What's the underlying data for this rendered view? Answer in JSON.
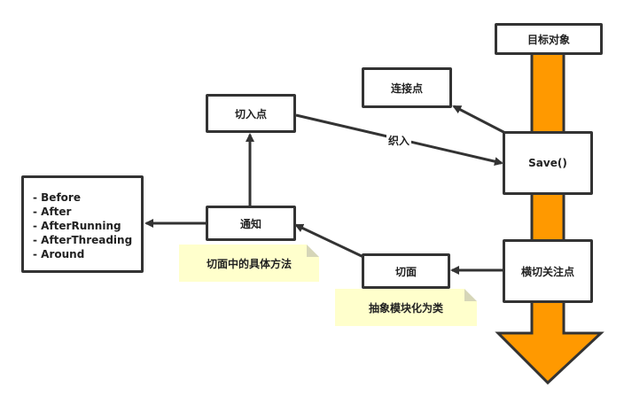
{
  "nodes": {
    "target_object": "目标对象",
    "join_point": "连接点",
    "pointcut": "切入点",
    "method": "Save()",
    "cross_cutting": "横切关注点",
    "aspect": "切面",
    "advice": "通知",
    "advice_types": [
      "- Before",
      "- After",
      "- AfterRunning",
      "- AfterThreading",
      "- Around"
    ]
  },
  "notes": {
    "advice_note": "切面中的具体方法",
    "aspect_note": "抽象模块化为类"
  },
  "edges": {
    "weave_label": "织入"
  },
  "colors": {
    "flow_arrow": "#FF9900",
    "line": "#333333",
    "note": "#FFFFCC"
  }
}
